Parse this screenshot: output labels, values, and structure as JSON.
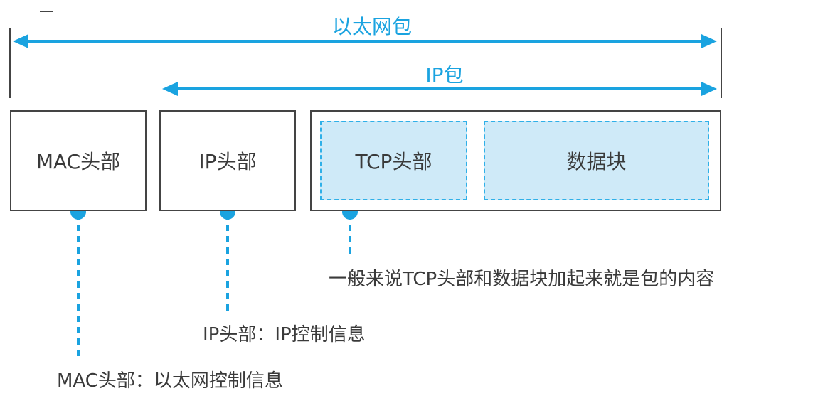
{
  "colors": {
    "accent": "#1aa3e0",
    "inner_fill": "#cfeaf8",
    "border": "#444444"
  },
  "spans": {
    "ethernet": "以太网包",
    "ip": "IP包"
  },
  "blocks": {
    "mac": "MAC头部",
    "ip": "IP头部",
    "tcp": "TCP头部",
    "data": "数据块"
  },
  "notes": {
    "payload": "一般来说TCP头部和数据块加起来就是包的内容",
    "ip": "IP头部：IP控制信息",
    "mac": "MAC头部：以太网控制信息"
  }
}
